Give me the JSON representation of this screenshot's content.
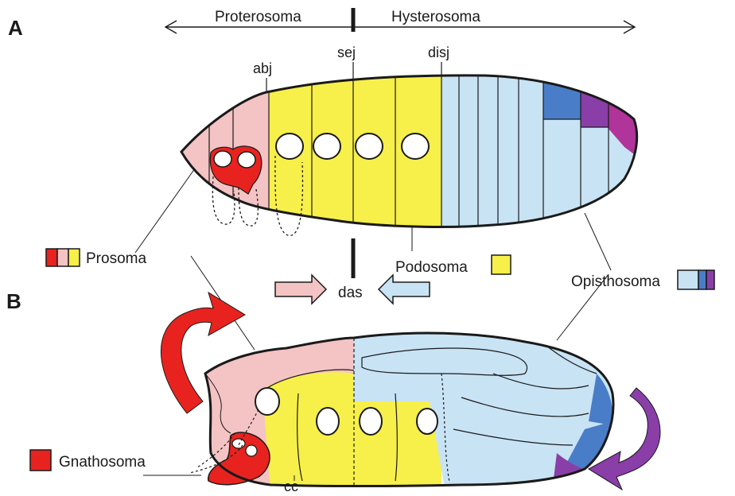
{
  "panels": {
    "a": "A",
    "b": "B"
  },
  "top": {
    "proterosoma": "Proterosoma",
    "hysterosoma": "Hysterosoma",
    "abj": "abj",
    "sej": "sej",
    "disj": "disj"
  },
  "legend": {
    "prosoma": "Prosoma",
    "podosoma": "Podosoma",
    "opisthosoma": "Opisthosoma",
    "gnathosoma": "Gnathosoma"
  },
  "bottom": {
    "das": "das",
    "cc": "cc"
  },
  "colors": {
    "red": "#e8231f",
    "pink": "#f4c3c4",
    "yellow": "#f7ef4a",
    "light_blue": "#c8e3f4",
    "mid_blue": "#4a7dc8",
    "purple": "#8a3ea8",
    "magenta": "#b0349a",
    "outline": "#1a1a1a"
  }
}
